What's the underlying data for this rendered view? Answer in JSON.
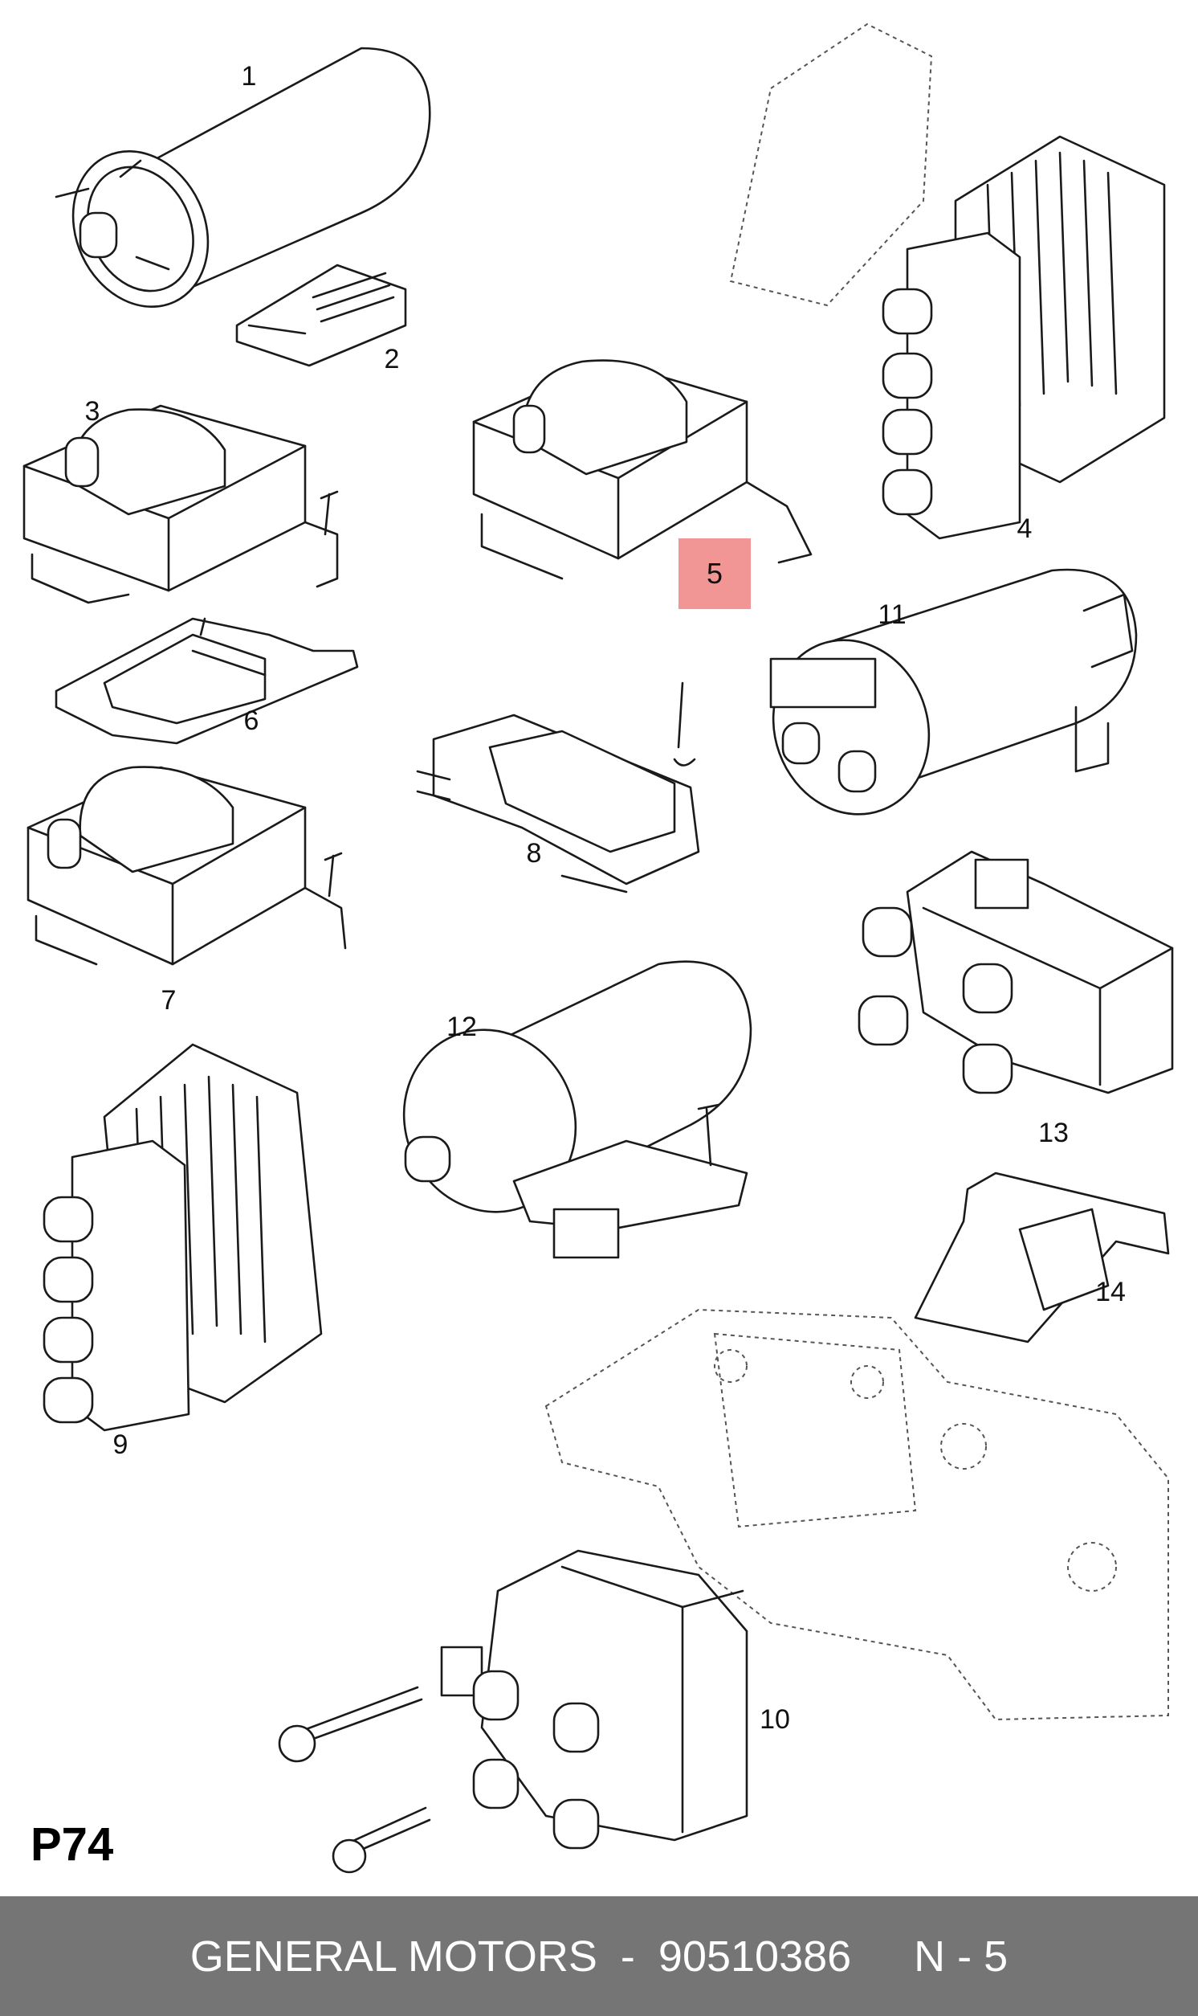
{
  "diagram": {
    "callouts": [
      {
        "id": "1",
        "label": "1"
      },
      {
        "id": "2",
        "label": "2"
      },
      {
        "id": "3",
        "label": "3"
      },
      {
        "id": "4",
        "label": "4"
      },
      {
        "id": "5",
        "label": "5"
      },
      {
        "id": "6",
        "label": "6"
      },
      {
        "id": "7",
        "label": "7"
      },
      {
        "id": "8",
        "label": "8"
      },
      {
        "id": "9",
        "label": "9"
      },
      {
        "id": "10",
        "label": "10"
      },
      {
        "id": "11",
        "label": "11"
      },
      {
        "id": "12",
        "label": "12"
      },
      {
        "id": "13",
        "label": "13"
      },
      {
        "id": "14",
        "label": "14"
      }
    ],
    "highlighted_part": "5",
    "highlight_color": "#ef8a8a",
    "sheet_code": "P74"
  },
  "footer": {
    "brand": "GENERAL MOTORS",
    "separator": "-",
    "part_number": "90510386",
    "position": "N - 5",
    "background": "#757575",
    "text_color": "#ffffff"
  }
}
